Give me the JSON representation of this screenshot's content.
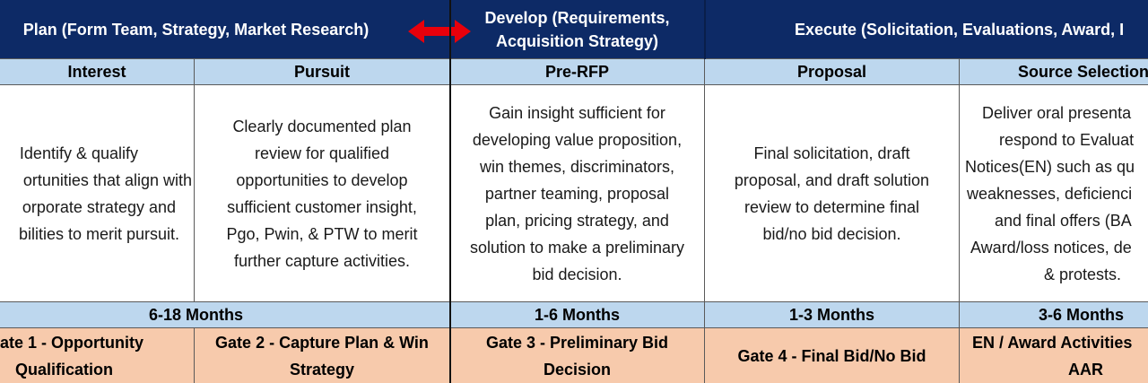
{
  "phases": {
    "plan": "Plan (Form Team, Strategy, Market Research)",
    "develop_line1": "Develop (Requirements,",
    "develop_line2": "Acquisition Strategy)",
    "execute": "Execute (Solicitation, Evaluations, Award, I"
  },
  "arrow_icon": "double-headed-arrow-icon",
  "arrow_color": "#e8000b",
  "stages": [
    "Interest",
    "Pursuit",
    "Pre-RFP",
    "Proposal",
    "Source Selection"
  ],
  "descriptions": {
    "interest": [
      "Identify & qualify",
      "ortunities that align with",
      "orporate strategy and",
      "bilities to merit pursuit."
    ],
    "pursuit": [
      "Clearly documented plan",
      "review for qualified",
      "opportunities to develop",
      "sufficient customer insight,",
      "Pgo, Pwin, & PTW to merit",
      "further capture activities."
    ],
    "pre_rfp": [
      "Gain insight sufficient for",
      "developing value proposition,",
      "win themes, discriminators,",
      "partner teaming, proposal",
      "plan, pricing strategy, and",
      "solution to make a preliminary",
      "bid decision."
    ],
    "proposal": [
      "Final solicitation, draft",
      "proposal, and draft solution",
      "review to determine final",
      "bid/no bid decision."
    ],
    "source_selection": [
      "Deliver oral presenta",
      "respond to Evaluat",
      "Notices(EN) such as qu",
      "weaknesses, deficienci",
      "and final offers (BA",
      "Award/loss notices, de",
      "& protests."
    ]
  },
  "durations": {
    "plan": "6-18 Months",
    "pre_rfp": "1-6 Months",
    "proposal": "1-3 Months",
    "source_selection": "3-6 Months"
  },
  "gates": {
    "gate1_line1": "ate 1 - Opportunity",
    "gate1_line2": "Qualification",
    "gate2_line1": "Gate 2 - Capture Plan & Win",
    "gate2_line2": "Strategy",
    "gate3_line1": "Gate 3 - Preliminary Bid",
    "gate3_line2": "Decision",
    "gate4": "Gate 4 - Final Bid/No Bid",
    "gate5_line1": "EN / Award Activities",
    "gate5_line2": "AAR"
  },
  "colors": {
    "phase_header": "#0d2a66",
    "stage_header": "#bdd7ee",
    "gate_row": "#f7caac"
  }
}
